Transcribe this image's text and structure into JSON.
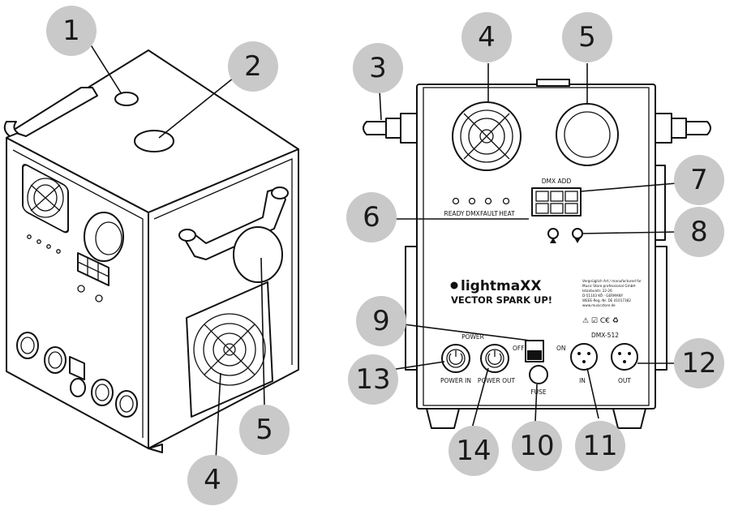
{
  "callouts": {
    "left": {
      "c1": "1",
      "c2": "2",
      "c4": "4",
      "c5": "5"
    },
    "right": {
      "c3": "3",
      "c4": "4",
      "c5": "5",
      "c6": "6",
      "c7": "7",
      "c8": "8",
      "c9": "9",
      "c10": "10",
      "c11": "11",
      "c12": "12",
      "c13": "13",
      "c14": "14"
    }
  },
  "panel": {
    "dmx_add": "DMX ADD",
    "leds": [
      "READY",
      "DMX",
      "FAULT",
      "HEAT"
    ],
    "brand": "lightmaXX",
    "model": "VECTOR SPARK UP!",
    "power_title": "POWER",
    "power_in": "POWER IN",
    "power_out": "POWER OUT",
    "switch_off": "OFF",
    "switch_on": "ON",
    "fuse": "FUSE",
    "dmx_title": "DMX-512",
    "dmx_in": "IN",
    "dmx_out": "OUT",
    "marks": "⚠ ☑ C€ ♻",
    "maker_lines": [
      "Vergnüglich Art / manufactured for",
      "Music Store professional GmbH",
      "Istanbulstr. 22-26",
      "D-51103 KÖ · GERMANY",
      "WEEE-Reg.-Nr. DE 41017382",
      "www.musicstore.de"
    ]
  }
}
